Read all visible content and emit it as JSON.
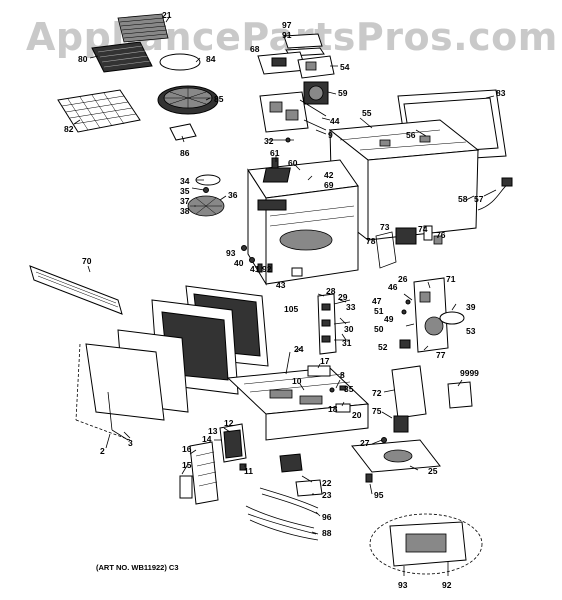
{
  "watermark": "AppliancePartsPros.com",
  "art_number": "(ART NO. WB11922) C3",
  "callouts": [
    {
      "id": "c21",
      "label": "21"
    },
    {
      "id": "c80",
      "label": "80"
    },
    {
      "id": "c84",
      "label": "84"
    },
    {
      "id": "c85",
      "label": "85"
    },
    {
      "id": "c82",
      "label": "82"
    },
    {
      "id": "c86",
      "label": "86"
    },
    {
      "id": "c97",
      "label": "97"
    },
    {
      "id": "c91",
      "label": "91"
    },
    {
      "id": "c68",
      "label": "68"
    },
    {
      "id": "c54",
      "label": "54"
    },
    {
      "id": "c59",
      "label": "59"
    },
    {
      "id": "c44",
      "label": "44"
    },
    {
      "id": "c9",
      "label": "9"
    },
    {
      "id": "c32",
      "label": "32"
    },
    {
      "id": "c61",
      "label": "61"
    },
    {
      "id": "c60",
      "label": "60"
    },
    {
      "id": "c42",
      "label": "42"
    },
    {
      "id": "c69",
      "label": "69"
    },
    {
      "id": "c34",
      "label": "34"
    },
    {
      "id": "c35",
      "label": "35"
    },
    {
      "id": "c36",
      "label": "36"
    },
    {
      "id": "c37",
      "label": "37"
    },
    {
      "id": "c38",
      "label": "38"
    },
    {
      "id": "c55",
      "label": "55"
    },
    {
      "id": "c83",
      "label": "83"
    },
    {
      "id": "c56",
      "label": "56"
    },
    {
      "id": "c58",
      "label": "58"
    },
    {
      "id": "c57",
      "label": "57"
    },
    {
      "id": "c73",
      "label": "73"
    },
    {
      "id": "c74",
      "label": "74"
    },
    {
      "id": "c76",
      "label": "76"
    },
    {
      "id": "c78",
      "label": "78"
    },
    {
      "id": "c93a",
      "label": "93"
    },
    {
      "id": "c40",
      "label": "40"
    },
    {
      "id": "c41",
      "label": "41"
    },
    {
      "id": "c92a",
      "label": "92"
    },
    {
      "id": "c43",
      "label": "43"
    },
    {
      "id": "c70",
      "label": "70"
    },
    {
      "id": "c28",
      "label": "28"
    },
    {
      "id": "c29",
      "label": "29"
    },
    {
      "id": "c33",
      "label": "33"
    },
    {
      "id": "c105",
      "label": "105"
    },
    {
      "id": "c30",
      "label": "30"
    },
    {
      "id": "c31",
      "label": "31"
    },
    {
      "id": "c26",
      "label": "26"
    },
    {
      "id": "c46",
      "label": "46"
    },
    {
      "id": "c71",
      "label": "71"
    },
    {
      "id": "c47",
      "label": "47"
    },
    {
      "id": "c51",
      "label": "51"
    },
    {
      "id": "c49",
      "label": "49"
    },
    {
      "id": "c39",
      "label": "39"
    },
    {
      "id": "c50",
      "label": "50"
    },
    {
      "id": "c53",
      "label": "53"
    },
    {
      "id": "c52",
      "label": "52"
    },
    {
      "id": "c77",
      "label": "77"
    },
    {
      "id": "c24",
      "label": "24"
    },
    {
      "id": "c17",
      "label": "17"
    },
    {
      "id": "c8",
      "label": "8"
    },
    {
      "id": "c10",
      "label": "10"
    },
    {
      "id": "c35b",
      "label": "35"
    },
    {
      "id": "c18",
      "label": "18"
    },
    {
      "id": "c72",
      "label": "72"
    },
    {
      "id": "c9999",
      "label": "9999"
    },
    {
      "id": "c75",
      "label": "75"
    },
    {
      "id": "c20",
      "label": "20"
    },
    {
      "id": "c12",
      "label": "12"
    },
    {
      "id": "c13",
      "label": "13"
    },
    {
      "id": "c14",
      "label": "14"
    },
    {
      "id": "c16",
      "label": "16"
    },
    {
      "id": "c11",
      "label": "11"
    },
    {
      "id": "c15",
      "label": "15"
    },
    {
      "id": "c27",
      "label": "27"
    },
    {
      "id": "c25",
      "label": "25"
    },
    {
      "id": "c22",
      "label": "22"
    },
    {
      "id": "c23",
      "label": "23"
    },
    {
      "id": "c95",
      "label": "95"
    },
    {
      "id": "c96",
      "label": "96"
    },
    {
      "id": "c88",
      "label": "88"
    },
    {
      "id": "c3",
      "label": "3"
    },
    {
      "id": "c2",
      "label": "2"
    },
    {
      "id": "c93b",
      "label": "93"
    },
    {
      "id": "c92b",
      "label": "92"
    }
  ]
}
